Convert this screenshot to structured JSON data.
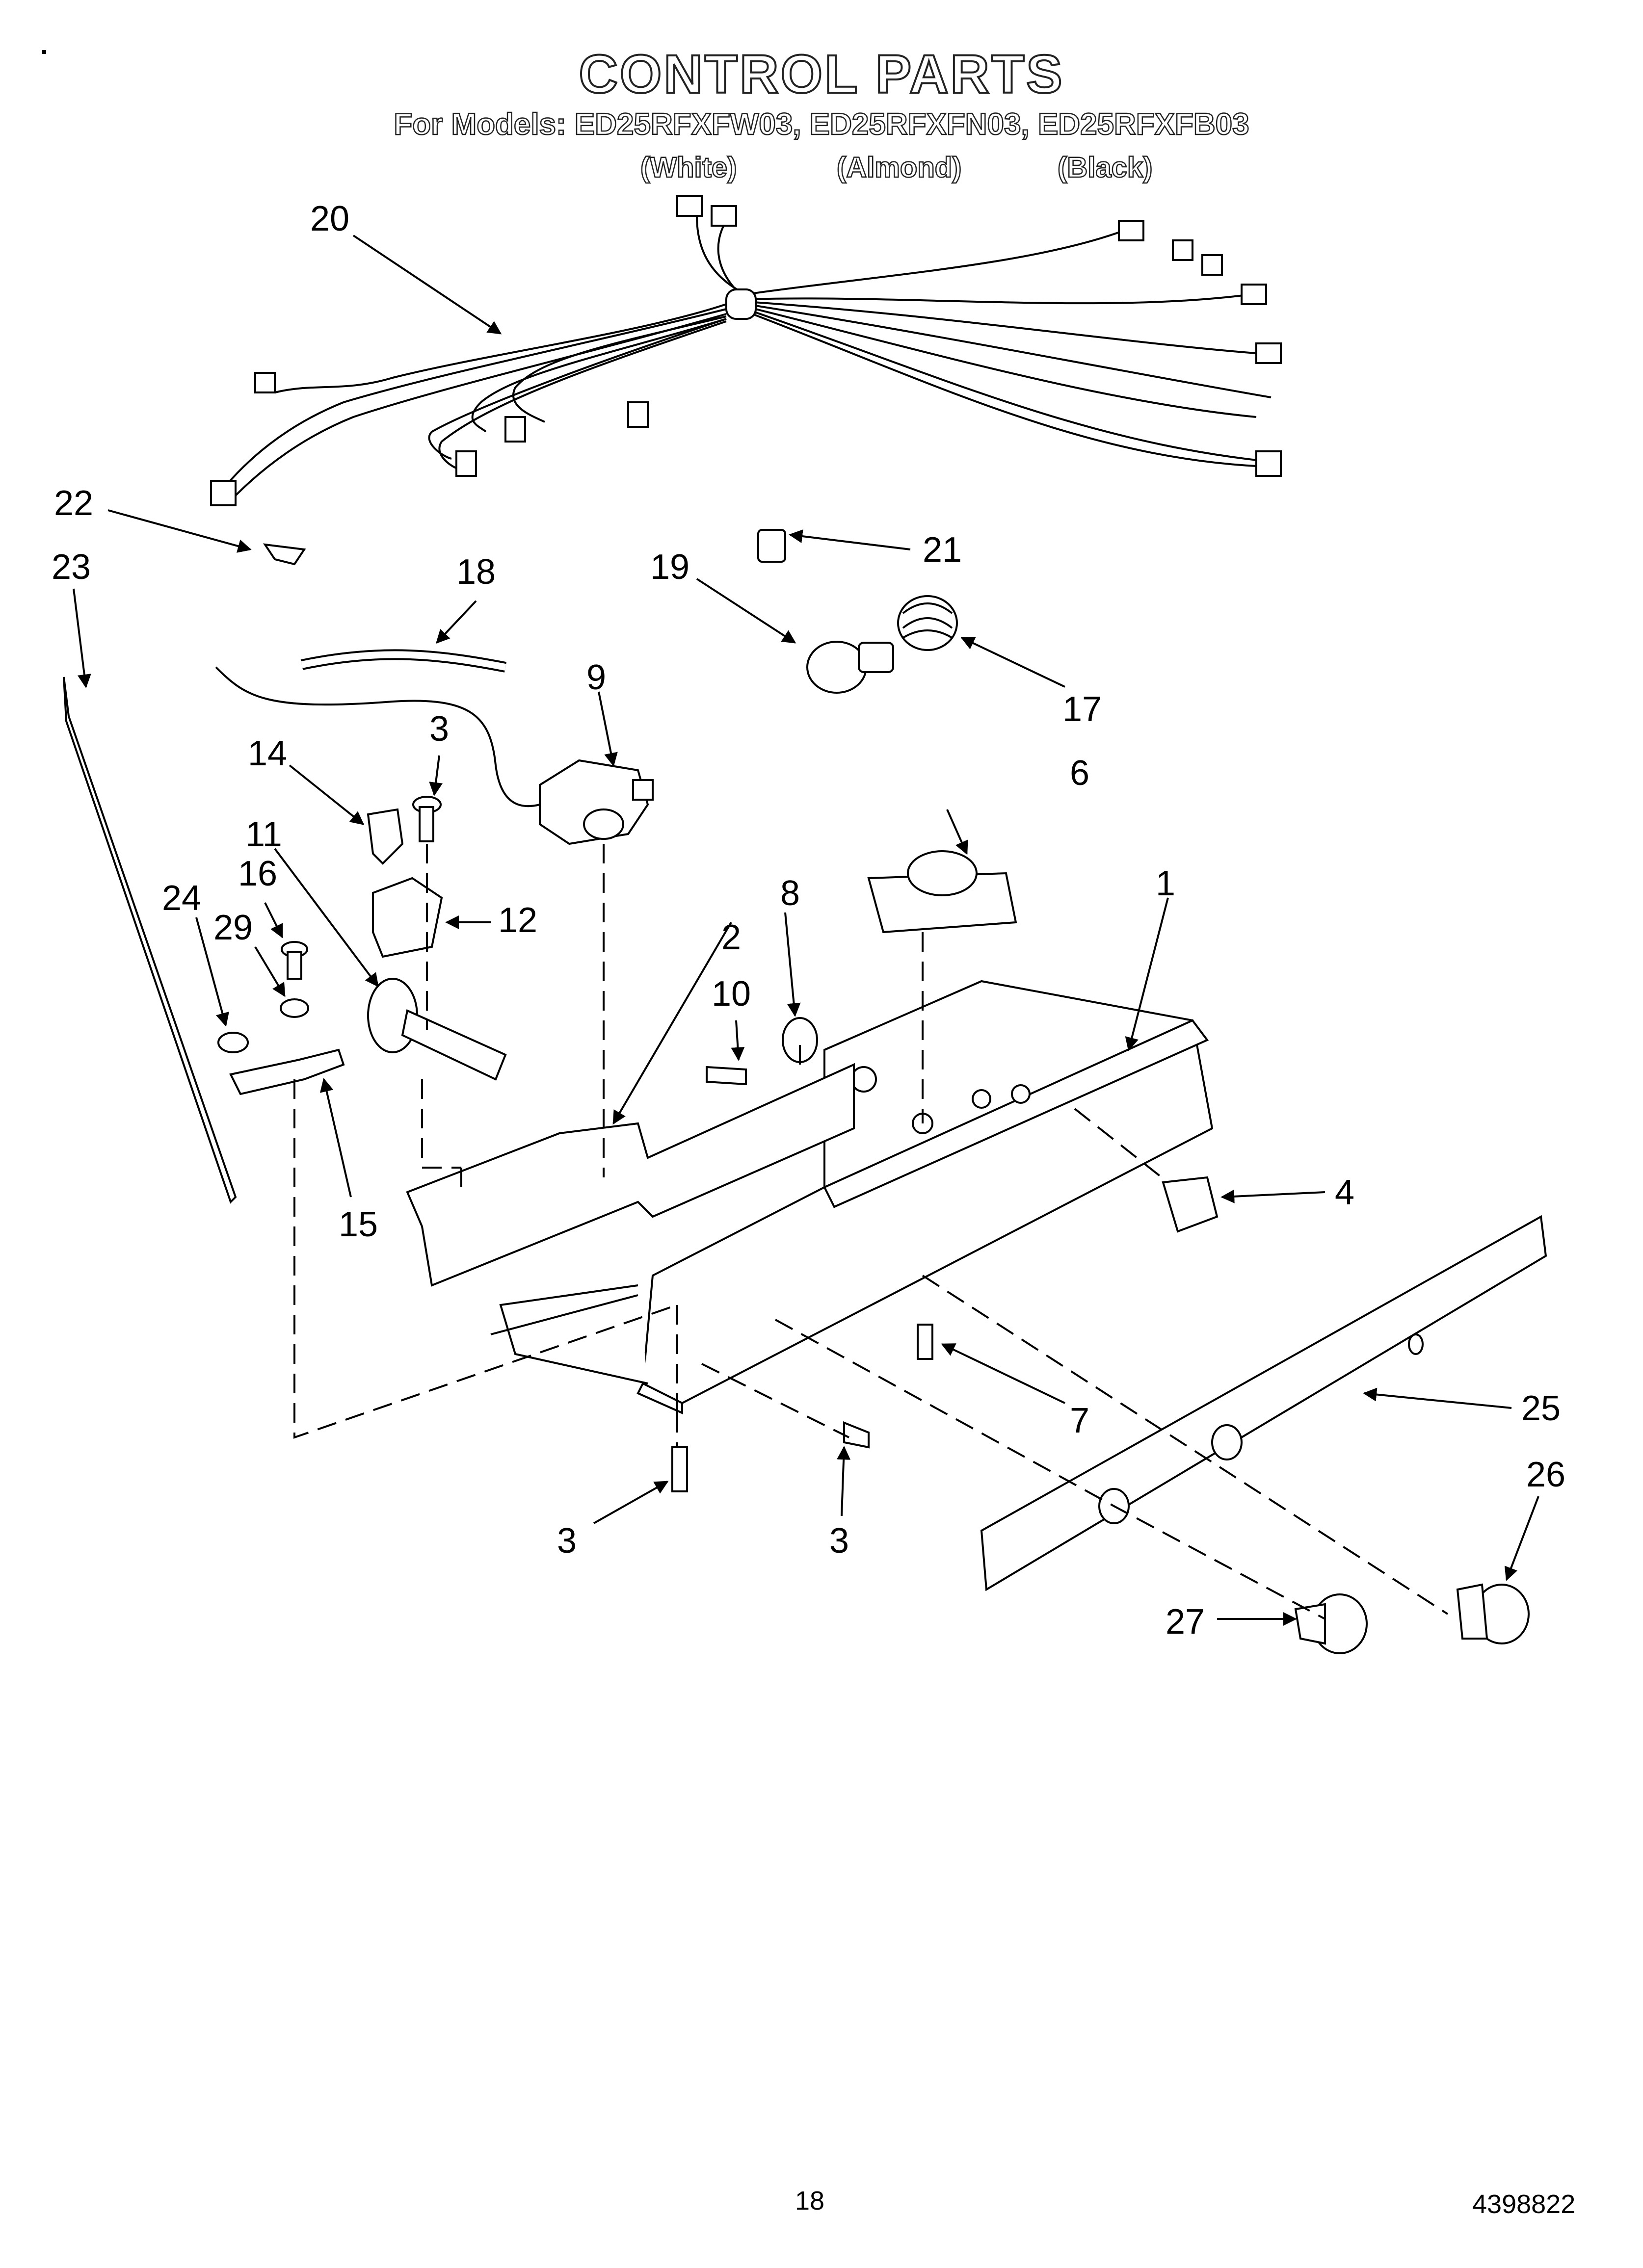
{
  "header": {
    "title": "CONTROL PARTS",
    "models_line": "For Models: ED25RFXFW03, ED25RFXFN03, ED25RFXFB03",
    "variants": [
      "(White)",
      "(Almond)",
      "(Black)"
    ]
  },
  "callouts": [
    "20",
    "22",
    "23",
    "18",
    "21",
    "19",
    "17",
    "9",
    "3",
    "14",
    "11",
    "16",
    "12",
    "6",
    "8",
    "1",
    "24",
    "29",
    "2",
    "10",
    "4",
    "15",
    "7",
    "25",
    "26",
    "3",
    "3",
    "27"
  ],
  "footer": {
    "page_number": "18",
    "document_number": "4398822"
  }
}
